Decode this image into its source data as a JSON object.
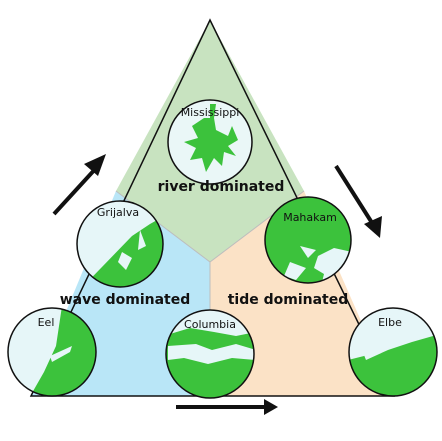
{
  "regions": [
    {
      "id": "river",
      "label": "river dominated",
      "color": "#c8e3c0"
    },
    {
      "id": "wave",
      "label": "wave dominated",
      "color": "#b9e6f7"
    },
    {
      "id": "tide",
      "label": "tide dominated",
      "color": "#fbe2c6"
    }
  ],
  "deltas": [
    {
      "id": "mississippi",
      "label": "Mississippi"
    },
    {
      "id": "grijalva",
      "label": "Grijalva"
    },
    {
      "id": "mahakam",
      "label": "Mahakam"
    },
    {
      "id": "eel",
      "label": "Eel"
    },
    {
      "id": "columbia",
      "label": "Columbia"
    },
    {
      "id": "elbe",
      "label": "Elbe"
    }
  ],
  "colors": {
    "land": "#3cc23c",
    "water": "#e6f6f8",
    "outline": "#111111",
    "arrow": "#111111"
  }
}
